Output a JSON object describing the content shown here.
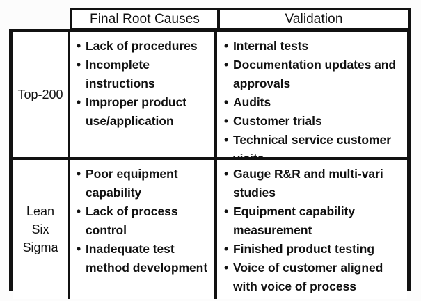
{
  "table": {
    "headers": [
      {
        "label": "",
        "name": "corner-header"
      },
      {
        "label": "Final Root Causes",
        "name": "header-final-root-causes"
      },
      {
        "label": "Validation",
        "name": "header-validation"
      }
    ],
    "rows": [
      {
        "label_lines": [
          "Top-200"
        ],
        "label": "Top-200",
        "final_root_causes": [
          "Lack of procedures",
          "Incomplete instructions",
          "Improper product use/application"
        ],
        "validation": [
          "Internal tests",
          "Documentation updates and approvals",
          "Audits",
          "Customer trials",
          "Technical service customer visits"
        ]
      },
      {
        "label_lines": [
          "Lean",
          "Six",
          "Sigma"
        ],
        "label": "Lean Six Sigma",
        "final_root_causes": [
          "Poor equipment capability",
          "Lack of process control",
          "Inadequate test method development"
        ],
        "validation": [
          "Gauge R&R and multi-vari studies",
          "Equipment capability measurement",
          "Finished product testing",
          "Voice of customer aligned with voice of process"
        ]
      }
    ]
  },
  "colors": {
    "border": "#111111",
    "cell_background": "#ffffff",
    "page_background": "#fcfcfc",
    "text": "#111111"
  },
  "bullet_glyph": "•"
}
